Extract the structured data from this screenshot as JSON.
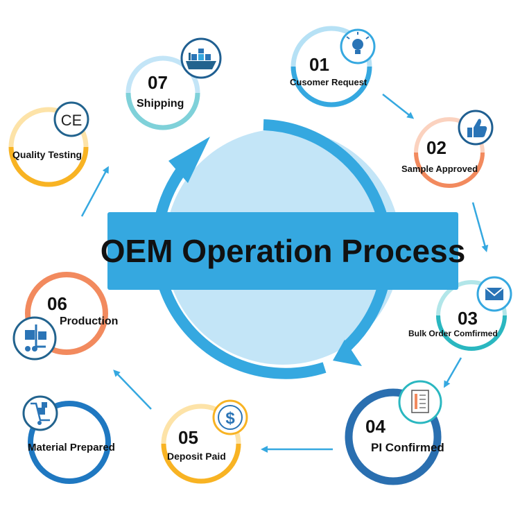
{
  "title": "OEM Operation Process",
  "colors": {
    "blue": "#35a8e0",
    "light_blue": "#c3e5f7",
    "teal": "#2ab7c0",
    "orange": "#f28a5e",
    "yellow": "#f8b323",
    "navy": "#22638e",
    "dark_blue": "#1f78c1"
  },
  "steps": [
    {
      "number": "01",
      "label": "Cusomer Request",
      "icon": "lightbulb-icon"
    },
    {
      "number": "02",
      "label": "Sample Approved",
      "icon": "thumbs-up-icon"
    },
    {
      "number": "03",
      "label": "Bulk Order Comfirmed",
      "icon": "envelope-icon"
    },
    {
      "number": "04",
      "label": "PI Confirmed",
      "icon": "document-icon"
    },
    {
      "number": "05",
      "label": "Deposit Paid",
      "icon": "dollar-icon"
    },
    {
      "number": "06",
      "label": "Production",
      "icon": "forklift-icon"
    },
    {
      "number": "",
      "label": "Material Prepared",
      "icon": "hand-truck-icon"
    },
    {
      "number": "",
      "label": "Quality Testing",
      "icon": "ce-mark-icon"
    },
    {
      "number": "07",
      "label": "Shipping",
      "icon": "cargo-ship-icon"
    }
  ],
  "icons": {
    "ce_mark": "CE",
    "dollar": "$"
  }
}
